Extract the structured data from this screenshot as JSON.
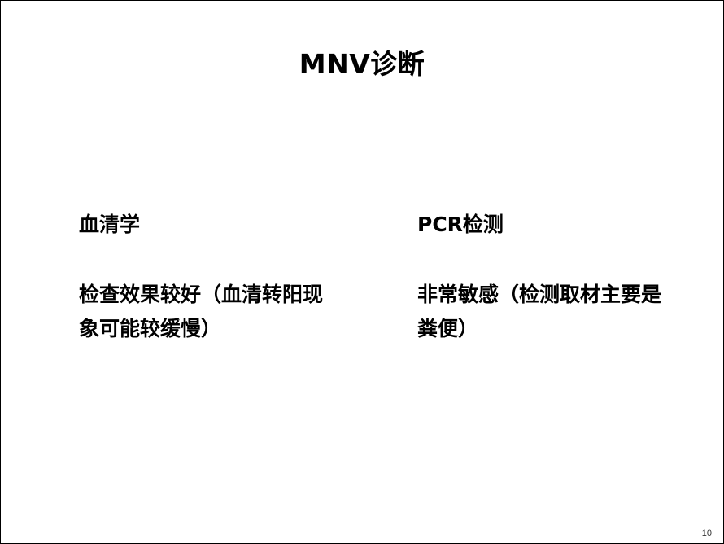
{
  "slide": {
    "title": "MNV诊断",
    "left": {
      "heading": "血清学",
      "body": "检查效果较好（血清转阳现象可能较缓慢）"
    },
    "right": {
      "heading": "PCR检测",
      "body": "非常敏感（检测取材主要是粪便）"
    },
    "page_number": "10"
  }
}
